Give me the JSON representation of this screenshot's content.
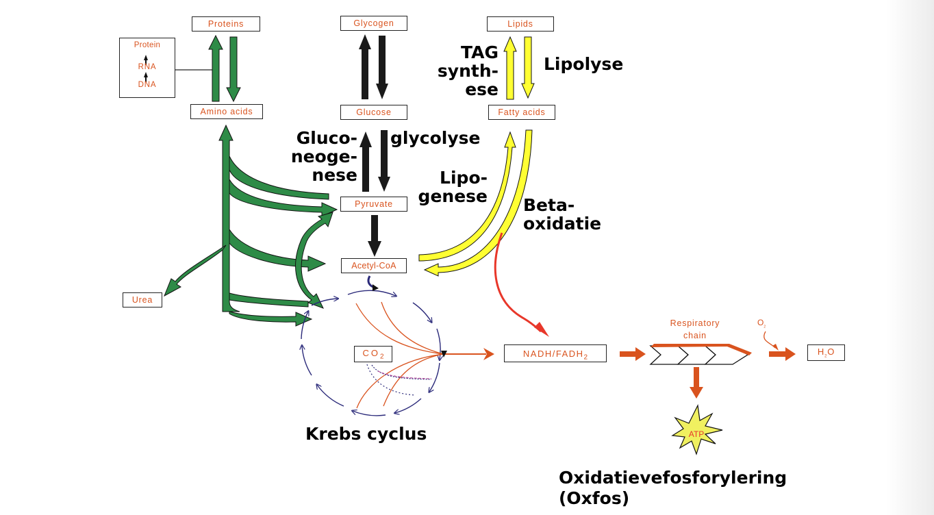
{
  "boxes": {
    "proteins": "Proteins",
    "amino_acids": "Amino acids",
    "glycogen": "Glycogen",
    "glucose": "Glucose",
    "lipids": "Lipids",
    "fatty_acids": "Fatty acids",
    "pyruvate": "Pyruvate",
    "acetyl_coa": "Acetyl-CoA",
    "urea": "Urea",
    "co2": "CO",
    "co2_sub": "2",
    "nadh": "NADH/FADH",
    "nadh_sub": "2",
    "h2o_h": "H",
    "h2o_sub": "2",
    "h2o_o": "O"
  },
  "central_dogma": {
    "protein": "Protein",
    "rna": "RNA",
    "dna": "DNA"
  },
  "labels": {
    "tag_synthese": [
      "TAG",
      "synth-",
      "ese"
    ],
    "lipolyse": "Lipolyse",
    "gluconeogenese": [
      "Gluco-",
      "neoge-",
      "nese"
    ],
    "glycolyse": "glycolyse",
    "lipogenese": [
      "Lipo-",
      "genese"
    ],
    "beta_oxidatie": [
      "Beta-",
      "oxidatie"
    ],
    "krebs": "Krebs cyclus",
    "oxfos": [
      "Oxidatievefosforylering",
      "(Oxfos)"
    ]
  },
  "respiratory_chain": [
    "Respiratory",
    "chain"
  ],
  "o2": "O",
  "o2_sub": "2",
  "atp": "ATP",
  "colors": {
    "green": "#2e8b47",
    "black": "#1a1a1a",
    "yellow": "#ffff33",
    "orange": "#d9531e",
    "red": "#e8372a",
    "navy": "#2b2a7a"
  }
}
